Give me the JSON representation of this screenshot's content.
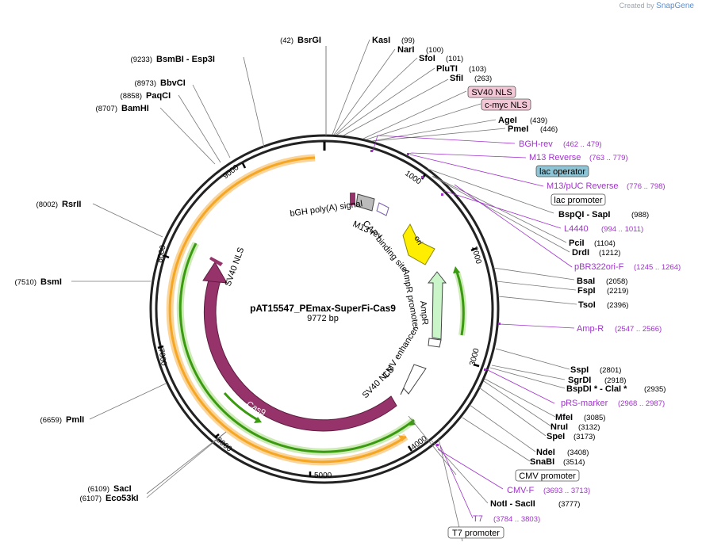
{
  "credit": {
    "prefix": "Created by",
    "brand": "SnapGene"
  },
  "title": {
    "name": "pAT15547_PEmax-SuperFi-Cas9",
    "length": "9772 bp"
  },
  "ticks": [
    "1000",
    "2000",
    "3000",
    "4000",
    "5000",
    "6000",
    "7000",
    "8000",
    "9000"
  ],
  "sites_right": [
    {
      "name": "KasI",
      "pos": "(99)"
    },
    {
      "name": "NarI",
      "pos": "(100)"
    },
    {
      "name": "SfoI",
      "pos": "(101)"
    },
    {
      "name": "PluTI",
      "pos": "(103)"
    },
    {
      "name": "SfiI",
      "pos": "(263)"
    },
    {
      "name": "AgeI",
      "pos": "(439)"
    },
    {
      "name": "PmeI",
      "pos": "(446)"
    },
    {
      "name": "BspQI - SapI",
      "pos": "(988)"
    },
    {
      "name": "PciI",
      "pos": "(1104)"
    },
    {
      "name": "DrdI",
      "pos": "(1212)"
    },
    {
      "name": "BsaI",
      "pos": "(2058)"
    },
    {
      "name": "FspI",
      "pos": "(2219)"
    },
    {
      "name": "TsoI",
      "pos": "(2396)"
    },
    {
      "name": "SspI",
      "pos": "(2801)"
    },
    {
      "name": "SgrDI",
      "pos": "(2918)"
    },
    {
      "name": "BspDI * - ClaI *",
      "pos": "(2935)"
    },
    {
      "name": "MfeI",
      "pos": "(3085)"
    },
    {
      "name": "NruI",
      "pos": "(3132)"
    },
    {
      "name": "SpeI",
      "pos": "(3173)"
    },
    {
      "name": "NdeI",
      "pos": "(3408)"
    },
    {
      "name": "SnaBI",
      "pos": "(3514)"
    },
    {
      "name": "NotI - SacII",
      "pos": "(3777)"
    }
  ],
  "sites_left": [
    {
      "name": "BsrGI",
      "pos": "(42)"
    },
    {
      "name": "BsmBI - Esp3I",
      "pos": "(9233)"
    },
    {
      "name": "BbvCI",
      "pos": "(8973)"
    },
    {
      "name": "PaqCI",
      "pos": "(8858)"
    },
    {
      "name": "BamHI",
      "pos": "(8707)"
    },
    {
      "name": "RsrII",
      "pos": "(8002)"
    },
    {
      "name": "BsmI",
      "pos": "(7510)"
    },
    {
      "name": "PmlI",
      "pos": "(6659)"
    },
    {
      "name": "SacI",
      "pos": "(6109)"
    },
    {
      "name": "Eco53kI",
      "pos": "(6107)"
    }
  ],
  "primers": [
    {
      "name": "BGH-rev",
      "pos": "(462 .. 479)"
    },
    {
      "name": "M13 Reverse",
      "pos": "(763 .. 779)"
    },
    {
      "name": "M13/pUC Reverse",
      "pos": "(776 .. 798)"
    },
    {
      "name": "L4440",
      "pos": "(994 .. 1011)"
    },
    {
      "name": "pBR322ori-F",
      "pos": "(1245 .. 1264)"
    },
    {
      "name": "Amp-R",
      "pos": "(2547 .. 2566)"
    },
    {
      "name": "pRS-marker",
      "pos": "(2968 .. 2987)"
    },
    {
      "name": "CMV-F",
      "pos": "(3693 .. 3713)"
    },
    {
      "name": "T7",
      "pos": "(3784 .. 3803)"
    }
  ],
  "boxed": [
    "SV40 NLS",
    "c-myc NLS",
    "lac operator",
    "lac promoter",
    "CMV promoter",
    "T7 promoter"
  ],
  "features": [
    "bGH poly(A) signal",
    "M13 rev",
    "CAP binding site",
    "ori",
    "AmpR promoter",
    "AmpR",
    "CMV enhancer",
    "SV40 NLS",
    "Cas9",
    "SV40 NLS"
  ],
  "colors": {
    "backbone": "#222222",
    "orange": "#f5a623",
    "green": "#3a9a10",
    "cas9": "#96336a",
    "ori": "#ffee00",
    "ampr": "#c9f5c9",
    "primer": "#a033cc",
    "lac_operator": "#8ec5d6",
    "nls_box": "#f3c7d6"
  }
}
